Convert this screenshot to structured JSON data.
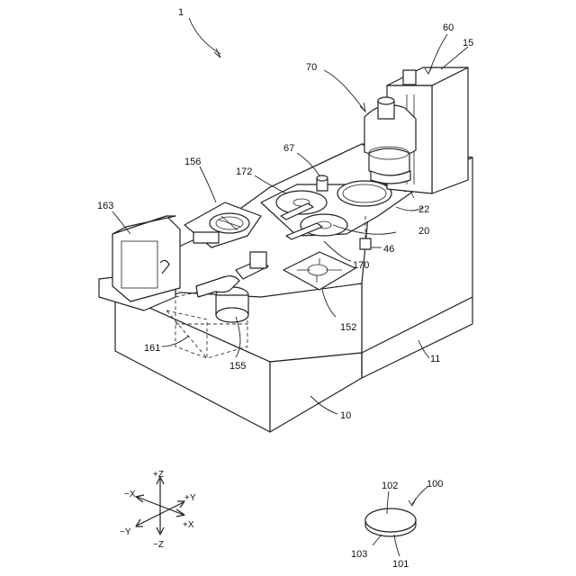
{
  "labels": {
    "l1": "1",
    "l60": "60",
    "l15": "15",
    "l70": "70",
    "l67": "67",
    "l156": "156",
    "l172": "172",
    "l163": "163",
    "l22": "22",
    "l20": "20",
    "l46": "46",
    "l170": "170",
    "l152": "152",
    "l161": "161",
    "l155": "155",
    "l11": "11",
    "l10": "10",
    "l100": "100",
    "l102": "102",
    "l103": "103",
    "l101": "101"
  },
  "axes": {
    "plus_z": "+Z",
    "minus_z": "−Z",
    "plus_y": "+Y",
    "minus_y": "−Y",
    "plus_x": "+X",
    "minus_x": "−X"
  }
}
